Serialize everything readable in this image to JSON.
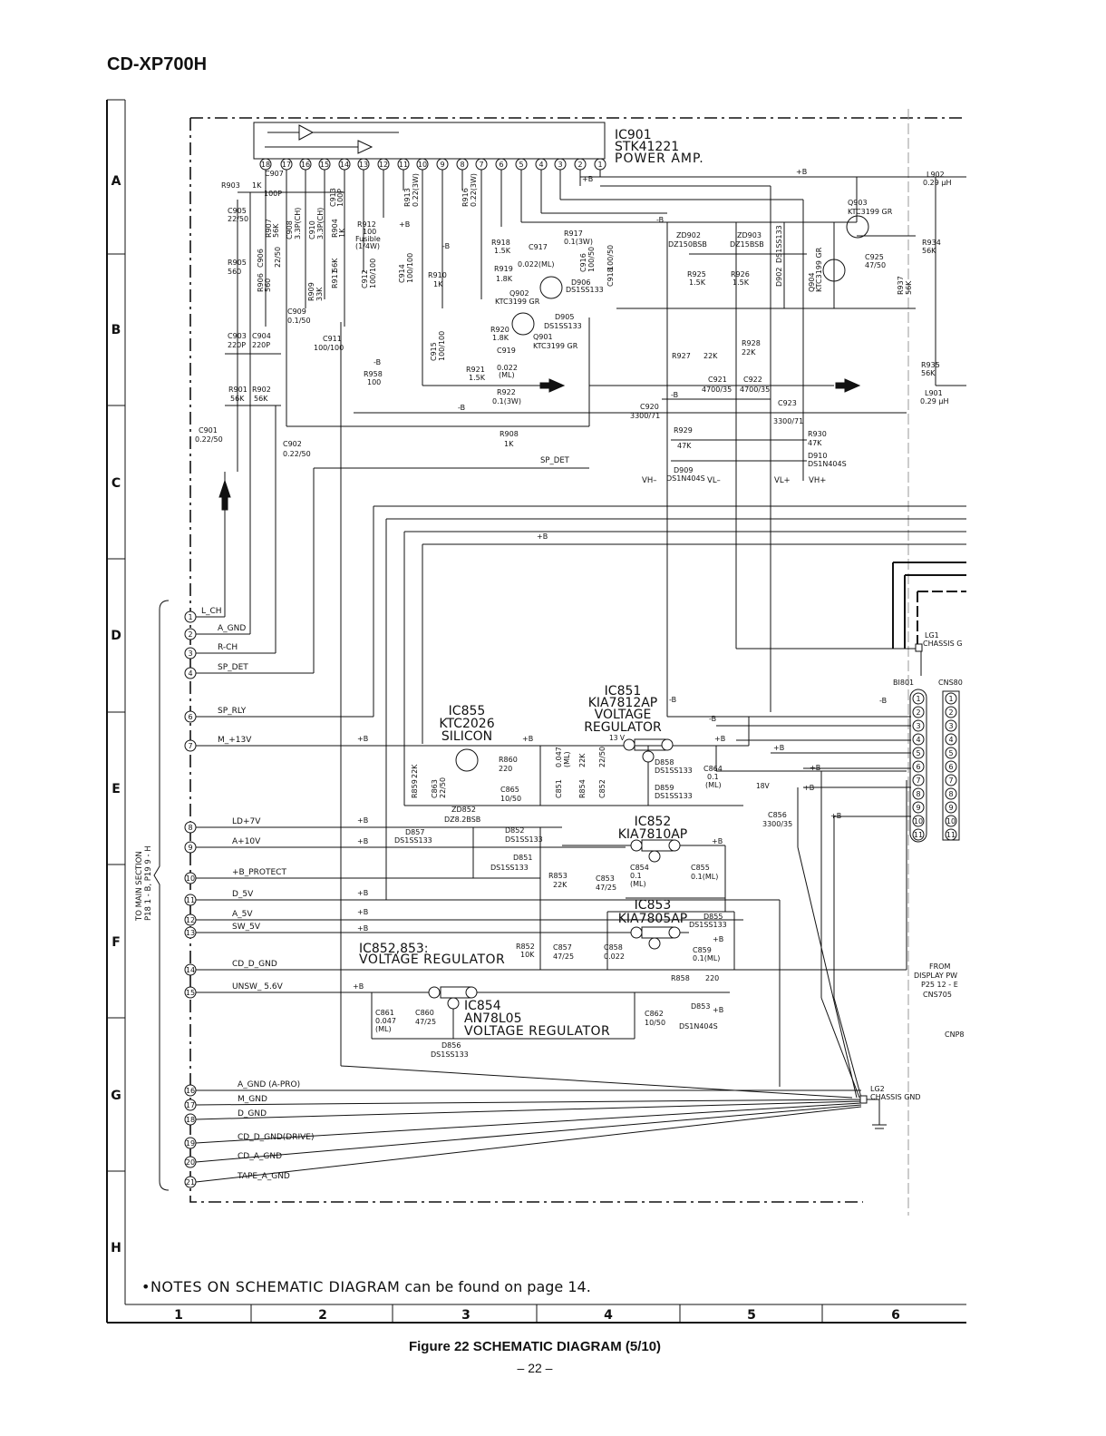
{
  "header": {
    "model": "CD-XP700H"
  },
  "footer": {
    "notes_bullet": "•NOTES ON SCHEMATIC DIAGRAM",
    "notes_rest": " can be found on page 14.",
    "figure": "Figure 22 SCHEMATIC DIAGRAM (5/10)",
    "page": "– 22 –"
  },
  "grid": {
    "rows": [
      "A",
      "B",
      "C",
      "D",
      "E",
      "F",
      "G",
      "H"
    ],
    "cols": [
      "1",
      "2",
      "3",
      "4",
      "5",
      "6"
    ]
  },
  "connector_side": {
    "label1": "TO MAIN SECTION",
    "label2": "P18 1 - B, P19 9 - H",
    "pins": [
      {
        "n": "1",
        "name": "L_CH"
      },
      {
        "n": "2",
        "name": "A_GND"
      },
      {
        "n": "3",
        "name": "R-CH"
      },
      {
        "n": "4",
        "name": "SP_DET"
      },
      {
        "n": "6",
        "name": "SP_RLY"
      },
      {
        "n": "7",
        "name": "M_+13V"
      },
      {
        "n": "8",
        "name": "LD+7V"
      },
      {
        "n": "9",
        "name": "A+10V"
      },
      {
        "n": "10",
        "name": "+B_PROTECT"
      },
      {
        "n": "11",
        "name": "D_5V"
      },
      {
        "n": "12",
        "name": "A_5V"
      },
      {
        "n": "13",
        "name": "SW_5V"
      },
      {
        "n": "14",
        "name": "CD_D_GND"
      },
      {
        "n": "15",
        "name": "UNSW_ 5.6V"
      },
      {
        "n": "16",
        "name": "A_GND (A-PRO)"
      },
      {
        "n": "17",
        "name": "M_GND"
      },
      {
        "n": "18",
        "name": "D_GND"
      },
      {
        "n": "19",
        "name": "CD_D_GND(DRIVE)"
      },
      {
        "n": "20",
        "name": "CD_A_GND"
      },
      {
        "n": "21",
        "name": "TAPE_A_GND"
      }
    ]
  },
  "ic901": {
    "ref": "IC901",
    "part": "STK41221",
    "desc": "POWER AMP.",
    "pins": [
      "18",
      "17",
      "16",
      "15",
      "14",
      "13",
      "12",
      "11",
      "10",
      "9",
      "8",
      "7",
      "6",
      "5",
      "4",
      "3",
      "2",
      "1"
    ]
  },
  "ics": [
    {
      "ref": "IC855",
      "part": "KTC2026",
      "desc": "SILICON"
    },
    {
      "ref": "IC851",
      "part": "KIA7812AP",
      "desc": "VOLTAGE",
      "desc2": "REGULATOR"
    },
    {
      "ref": "IC852",
      "part": "KIA7810AP"
    },
    {
      "ref": "IC853",
      "part": "KIA7805AP"
    },
    {
      "ref": "IC854",
      "part": "AN78L05",
      "desc": "VOLTAGE REGULATOR"
    },
    {
      "ref": "IC852,853:",
      "desc": "VOLTAGE REGULATOR"
    }
  ],
  "labels": {
    "lg1": "LG1",
    "lg1_desc": "CHASSIS G",
    "lg2": "LG2",
    "lg2_desc": "CHASSIS GND",
    "bi801": "BI801",
    "cns80": "CNS80",
    "from_display": "FROM",
    "display_pw": "DISPLAY PW",
    "p25": "P25 12 - E",
    "cns705": "CNS705",
    "cnp": "CNP8",
    "sp_det": "SP_DET",
    "vh_minus": "VH–",
    "vl_minus": "VL–",
    "vl_plus": "VL+",
    "vh_plus": "VH+",
    "v13": "13 V",
    "v18": "18V",
    "plus_b": "+B",
    "minus_b": "-B"
  },
  "parts": {
    "r903": "R903",
    "r903v": "1K",
    "c907": "C907",
    "c907v": "100P",
    "c905": "C905",
    "c905v": "22/50",
    "r907": "R907",
    "r907v": "56K",
    "c908": "C908",
    "c908v": "3.3P(CH)",
    "c910": "C910",
    "c910v": "3.3P(CH)",
    "r904": "R904",
    "r904v": "1K",
    "c913": "C913",
    "c913v": "100P",
    "r912": "R912",
    "r912v": "100",
    "fusible": "Fusible",
    "quarter": "(1/4W)",
    "r913": "R913",
    "r913v": "0.22(3W)",
    "r916": "R916",
    "r916v": "0.22(3W)",
    "r905": "R905",
    "r905v": "560",
    "c906": "C906",
    "c906v": "22/50",
    "r906": "R906",
    "r906v": "560",
    "r909": "R909",
    "r909v": "33K",
    "r911": "R911",
    "r911v": "56K",
    "c912": "C912",
    "c912v": "100/100",
    "c914": "C914",
    "c914v": "100/100",
    "c909": "C909",
    "c909v": "0.1/50",
    "r910": "R910",
    "r910v": "1K",
    "r918": "R918",
    "r918v": "1.5K",
    "c917": "C917",
    "c917v": "0.022(ML)",
    "r917": "R917",
    "r917v": "0.1(3W)",
    "r919": "R919",
    "r919v": "1.8K",
    "c916": "C916",
    "c916v": "100/50",
    "c918": "C918",
    "c918v": "100/50",
    "q902": "Q902",
    "q902v": "KTC3199 GR",
    "d906": "D906",
    "d906v": "DS1SS133",
    "d905": "D905",
    "d905v": "DS1SS133",
    "q901": "Q901",
    "q901v": "KTC3199 GR",
    "r920": "R920",
    "r920v": "1.8K",
    "c919": "C919",
    "c919v": "0.022",
    "c919m": "(ML)",
    "r921": "R921",
    "r921v": "1.5K",
    "r922": "R922",
    "r922v": "0.1(3W)",
    "c915": "C915",
    "c915v": "100/100",
    "c903": "C903",
    "c903v": "220P",
    "c904": "C904",
    "c904v": "220P",
    "c911": "C911",
    "c911v": "100/100",
    "r958": "R958",
    "r958v": "100",
    "r901": "R901",
    "r901v": "56K",
    "r902": "R902",
    "r902v": "56K",
    "c901": "C901",
    "c901v": "0.22/50",
    "c902": "C902",
    "c902v": "0.22/50",
    "r908": "R908",
    "r908v": "1K",
    "zd902": "ZD902",
    "zd902v": "DZ150BSB",
    "zd903": "ZD903",
    "zd903v": "DZ15BSB",
    "d901": "DS1SS133",
    "d902": "D902",
    "r925": "R925",
    "r925v": "1.5K",
    "r926": "R926",
    "r926v": "1.5K",
    "q903": "Q903",
    "q903v": "KTC3199 GR",
    "q904": "Q904",
    "q904v": "KTC3199 GR",
    "c925": "C925",
    "c925v": "47/50",
    "r937": "R937",
    "r937v": "56K",
    "l902": "L902",
    "l902v": "0.29 μH",
    "r934": "R934",
    "r934v": "56K",
    "r935": "R935",
    "r935v": "56K",
    "l901": "L901",
    "l901v": "0.29 μH",
    "r927": "R927",
    "r927v": "22K",
    "r928": "R928",
    "r928v": "22K",
    "c921": "C921",
    "c921v": "4700/35",
    "c922": "C922",
    "c922v": "4700/35",
    "c920": "C920",
    "c920v": "3300/71",
    "c923": "C923",
    "c923v": "3300/71",
    "r929": "R929",
    "r929v": "47K",
    "r930": "R930",
    "r930v": "47K",
    "d909": "D909",
    "d909v": "DS1N404S",
    "d910": "D910",
    "d910v": "DS1N404S",
    "r859": "R859",
    "r859v": "22K",
    "c863": "C863",
    "c863v": "22/50",
    "r860": "R860",
    "r860v": "220",
    "c865": "C865",
    "c865v": "10/50",
    "zd852": "ZD852",
    "zd852v": "DZ8.2BSB",
    "d857": "D857",
    "d857v": "DS1SS133",
    "d852": "D852",
    "d852v": "DS1SS133",
    "d851": "D851",
    "d851v": "DS1SS133",
    "c851": "C851",
    "c851v": "0.047",
    "c851m": "(ML)",
    "r854": "R854",
    "r854v": "22K",
    "c852": "C852",
    "c852v": "22/50",
    "d858": "D858",
    "d858v": "DS1SS133",
    "d859": "D859",
    "d859v": "DS1SS133",
    "c864": "C864",
    "c864v": "0.1",
    "c864m": "(ML)",
    "c856": "C856",
    "c856v": "3300/35",
    "r853": "R853",
    "r853v": "22K",
    "c854": "C854",
    "c854v": "0.1",
    "c854m": "(ML)",
    "c853": "C853",
    "c853v": "47/25",
    "c855": "C855",
    "c855v": "0.1(ML)",
    "d855": "D855",
    "d855v": "DS1SS133",
    "r852": "R852",
    "r852v": "10K",
    "c857": "C857",
    "c857v": "47/25",
    "c858": "C858",
    "c858v": "0.022",
    "c859": "C859",
    "c859v": "0.1(ML)",
    "r858": "R858",
    "r858v": "220",
    "c861": "C861",
    "c861v": "0.047",
    "c861m": "(ML)",
    "c860": "C860",
    "c860v": "47/25",
    "c862": "C862",
    "c862v": "10/50",
    "d853": "D853",
    "d853v": "DS1N404S",
    "d856": "D856",
    "d856v": "DS1SS133"
  }
}
